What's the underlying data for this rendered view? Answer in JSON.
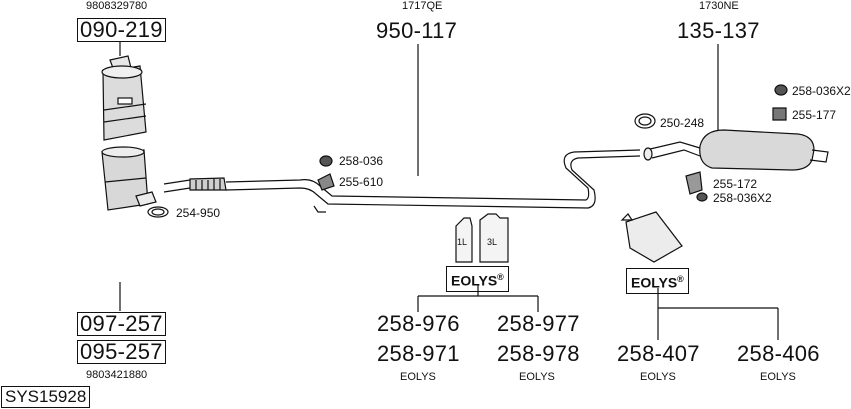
{
  "header_refs": {
    "left": "9808329780",
    "middle": "1717QE",
    "right": "1730NE"
  },
  "parts": {
    "dpf_top": "090-219",
    "middle_pipe": "950-117",
    "rear_silencer": "135-137",
    "dpf_bottom_1": "097-257",
    "dpf_bottom_2": "095-257",
    "dpf_bottom_ref": "9803421880"
  },
  "small_parts": {
    "p258_036": "258-036",
    "p255_610": "255-610",
    "p254_950": "254-950",
    "p250_248": "250-248",
    "p258_036x2_top": "258-036X2",
    "p255_177": "255-177",
    "p255_172": "255-172",
    "p258_036x2_bottom": "258-036X2"
  },
  "eolys": {
    "badge": "EOLYS",
    "reg": "®",
    "can_1l": "1L",
    "can_3l": "3L",
    "left_group": [
      {
        "code": "258-976",
        "code2": "258-971",
        "label": "EOLYS"
      },
      {
        "code": "258-977",
        "code2": "258-978",
        "label": "EOLYS"
      }
    ],
    "right_group": [
      {
        "code": "258-407",
        "label": "EOLYS"
      },
      {
        "code": "258-406",
        "label": "EOLYS"
      }
    ]
  },
  "system_id": "SYS15928"
}
